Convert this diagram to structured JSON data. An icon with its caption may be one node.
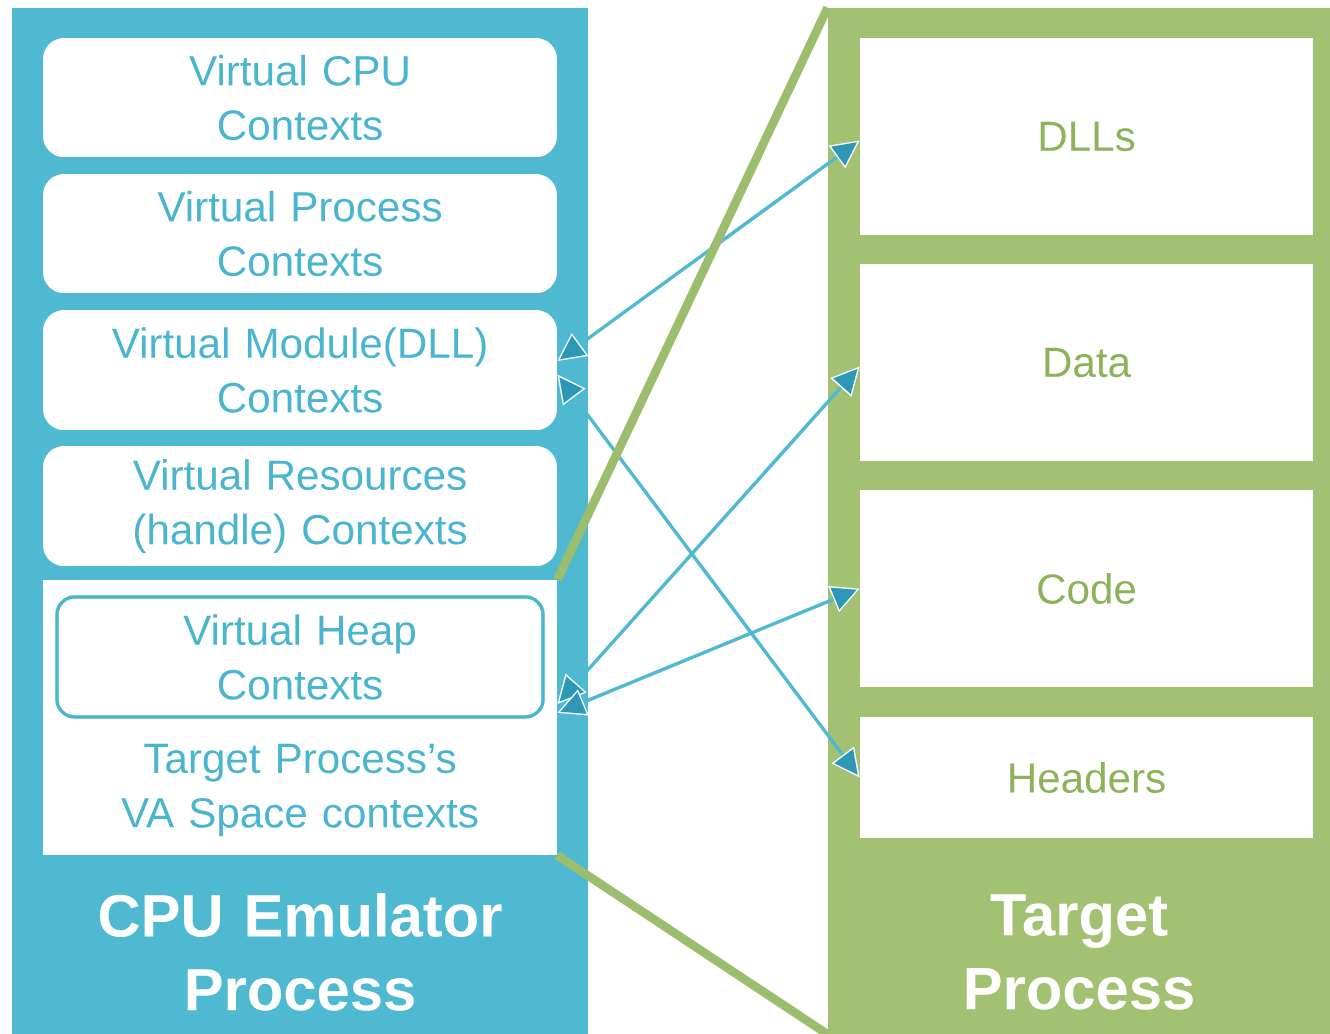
{
  "diagram": {
    "nodes": [
      {
        "text": [
          "CPU Emulator Process"
        ]
      },
      {
        "text": [
          "Virtual CPU Contexts"
        ],
        "in": 0
      },
      {
        "text": [
          "Virtual Process Contexts"
        ],
        "in": 0
      },
      {
        "text": [
          "Virtual Module(DLL) Contexts"
        ],
        "in": 0
      },
      {
        "text": [
          "Virtual Resources (handle) Contexts"
        ],
        "in": 0
      },
      {
        "text": [
          "Target Process’s VA Space contexts"
        ],
        "in": 0
      },
      {
        "text": [
          "Virtual Heap Contexts"
        ],
        "in": 5
      },
      {
        "text": [
          "Target Process"
        ]
      },
      {
        "text": [
          "DLLs"
        ],
        "in": 7
      },
      {
        "text": [
          "Data"
        ],
        "in": 7
      },
      {
        "text": [
          "Code"
        ],
        "in": 7
      },
      {
        "text": [
          "Headers"
        ],
        "in": 7
      }
    ],
    "edges": [
      {
        "from": 3,
        "to": 8,
        "arrow": "both"
      },
      {
        "from": 3,
        "to": 11,
        "arrow": "both"
      },
      {
        "from": 5,
        "to": 9,
        "arrow": "both"
      },
      {
        "from": 5,
        "to": 10,
        "arrow": "both"
      },
      {
        "from": 5,
        "to": 7,
        "arrow": "none",
        "style": "thick",
        "color": "#9dbd6e"
      },
      {
        "from": 5,
        "to": 7,
        "arrow": "none",
        "style": "thick",
        "color": "#9dbd6e"
      }
    ]
  }
}
